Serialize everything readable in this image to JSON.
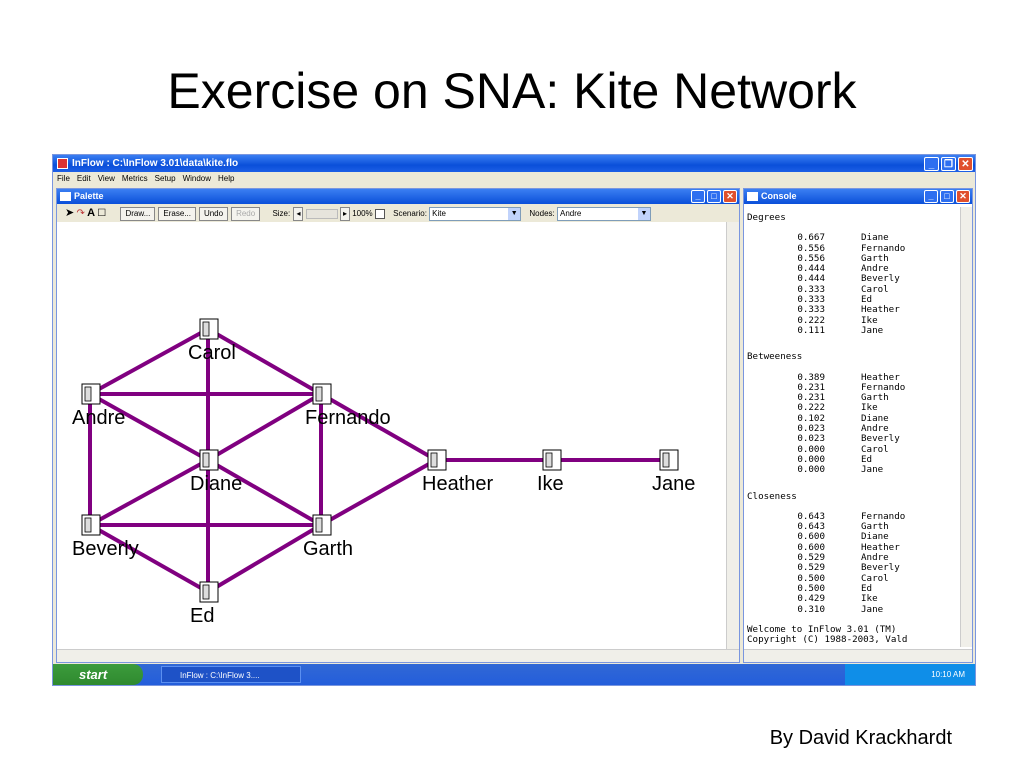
{
  "slide": {
    "title": "Exercise on SNA: Kite Network",
    "author": "By David Krackhardt"
  },
  "app": {
    "title": "InFlow : C:\\InFlow 3.01\\data\\kite.flo",
    "menu": [
      "File",
      "Edit",
      "View",
      "Metrics",
      "Setup",
      "Window",
      "Help"
    ]
  },
  "palette": {
    "title": "Palette",
    "toolbar": {
      "draw": "Draw...",
      "erase": "Erase...",
      "undo": "Undo",
      "redo": "Redo",
      "size_label": "Size:",
      "zoom": "100%",
      "scenario_label": "Scenario:",
      "scenario_value": "Kite",
      "nodes_label": "Nodes:",
      "nodes_value": "Andre"
    }
  },
  "network": {
    "edge_color": "#800080",
    "nodes": [
      {
        "name": "Carol"
      },
      {
        "name": "Andre"
      },
      {
        "name": "Fernando"
      },
      {
        "name": "Diane"
      },
      {
        "name": "Heather"
      },
      {
        "name": "Ike"
      },
      {
        "name": "Jane"
      },
      {
        "name": "Beverly"
      },
      {
        "name": "Garth"
      },
      {
        "name": "Ed"
      }
    ],
    "edges": [
      [
        "Carol",
        "Andre"
      ],
      [
        "Carol",
        "Fernando"
      ],
      [
        "Carol",
        "Diane"
      ],
      [
        "Carol",
        "Ed"
      ],
      [
        "Andre",
        "Fernando"
      ],
      [
        "Andre",
        "Diane"
      ],
      [
        "Andre",
        "Beverly"
      ],
      [
        "Fernando",
        "Diane"
      ],
      [
        "Fernando",
        "Garth"
      ],
      [
        "Fernando",
        "Heather"
      ],
      [
        "Diane",
        "Beverly"
      ],
      [
        "Diane",
        "Garth"
      ],
      [
        "Diane",
        "Ed"
      ],
      [
        "Beverly",
        "Garth"
      ],
      [
        "Beverly",
        "Ed"
      ],
      [
        "Garth",
        "Ed"
      ],
      [
        "Garth",
        "Heather"
      ],
      [
        "Heather",
        "Ike"
      ],
      [
        "Ike",
        "Jane"
      ]
    ]
  },
  "console": {
    "title": "Console",
    "sections": [
      {
        "title": "Degrees",
        "rows": [
          {
            "value": "0.667",
            "name": "Diane"
          },
          {
            "value": "0.556",
            "name": "Fernando"
          },
          {
            "value": "0.556",
            "name": "Garth"
          },
          {
            "value": "0.444",
            "name": "Andre"
          },
          {
            "value": "0.444",
            "name": "Beverly"
          },
          {
            "value": "0.333",
            "name": "Carol"
          },
          {
            "value": "0.333",
            "name": "Ed"
          },
          {
            "value": "0.333",
            "name": "Heather"
          },
          {
            "value": "0.222",
            "name": "Ike"
          },
          {
            "value": "0.111",
            "name": "Jane"
          }
        ]
      },
      {
        "title": "Betweeness",
        "rows": [
          {
            "value": "0.389",
            "name": "Heather"
          },
          {
            "value": "0.231",
            "name": "Fernando"
          },
          {
            "value": "0.231",
            "name": "Garth"
          },
          {
            "value": "0.222",
            "name": "Ike"
          },
          {
            "value": "0.102",
            "name": "Diane"
          },
          {
            "value": "0.023",
            "name": "Andre"
          },
          {
            "value": "0.023",
            "name": "Beverly"
          },
          {
            "value": "0.000",
            "name": "Carol"
          },
          {
            "value": "0.000",
            "name": "Ed"
          },
          {
            "value": "0.000",
            "name": "Jane"
          }
        ]
      },
      {
        "title": "Closeness",
        "rows": [
          {
            "value": "0.643",
            "name": "Fernando"
          },
          {
            "value": "0.643",
            "name": "Garth"
          },
          {
            "value": "0.600",
            "name": "Diane"
          },
          {
            "value": "0.600",
            "name": "Heather"
          },
          {
            "value": "0.529",
            "name": "Andre"
          },
          {
            "value": "0.529",
            "name": "Beverly"
          },
          {
            "value": "0.500",
            "name": "Carol"
          },
          {
            "value": "0.500",
            "name": "Ed"
          },
          {
            "value": "0.429",
            "name": "Ike"
          },
          {
            "value": "0.310",
            "name": "Jane"
          }
        ]
      }
    ],
    "footer": [
      "Welcome to InFlow 3.01 (TM)",
      "Copyright (C) 1988-2003, Vald"
    ]
  },
  "taskbar": {
    "start": "start",
    "task": "InFlow : C:\\InFlow 3....",
    "clock": "10:10 AM"
  }
}
